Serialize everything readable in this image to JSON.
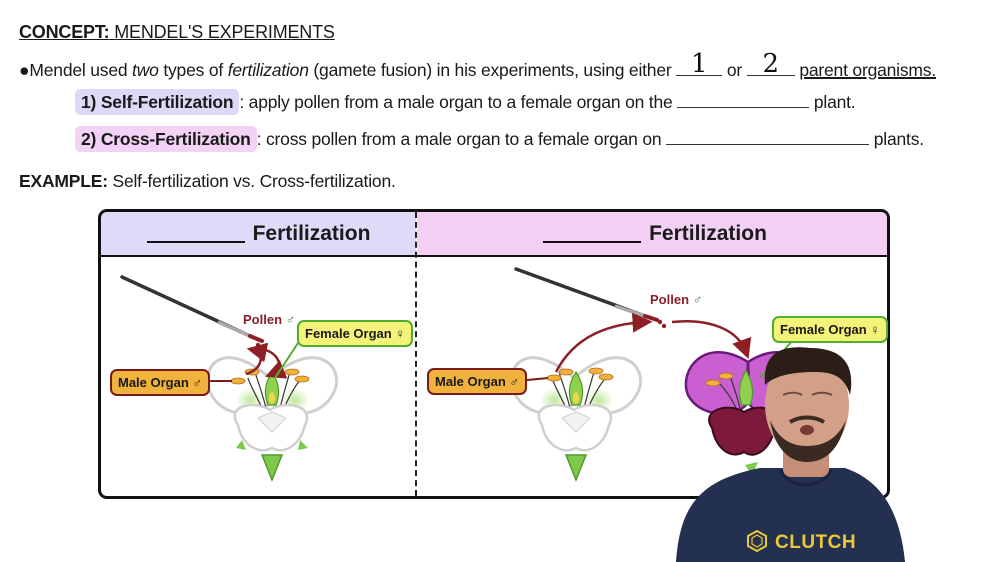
{
  "header": {
    "concept_label": "CONCEPT:",
    "concept_title": "MENDEL'S EXPERIMENTS"
  },
  "bullet": {
    "symbol": "●",
    "text_1": "Mendel used ",
    "text_2_italic": "two",
    "text_3": " types of ",
    "text_4_italic": "fertilization",
    "text_5": " (gamete fusion) in his experiments, using either ",
    "blank_1_value": "1",
    "text_6": " or ",
    "blank_2_value": "2",
    "text_7": "parent organisms."
  },
  "items": [
    {
      "label": "1) Self-Fertilization",
      "text": ": apply pollen from a male organ to a female organ on the ",
      "blank": "",
      "tail": " plant.",
      "highlight_color": "#dcdaf7"
    },
    {
      "label": "2) Cross-Fertilization",
      "text": ": cross pollen from a male organ to a female organ on ",
      "blank": "",
      "tail": " plants.",
      "highlight_color": "#f3d3f5"
    }
  ],
  "example": {
    "label": "EXAMPLE:",
    "text": " Self-fertilization vs. Cross-fertilization."
  },
  "diagram": {
    "left": {
      "header_blank": "",
      "header_title": "Fertilization",
      "header_color": "#dedbf8",
      "pollen_label": "Pollen",
      "pollen_symbol": "♂",
      "female_label": "Female Organ ♀",
      "male_label": "Male Organ ♂"
    },
    "right": {
      "header_blank": "",
      "header_title": "Fertilization",
      "header_color": "#f2cff3",
      "pollen_label": "Pollen",
      "pollen_symbol": "♂",
      "female_label": "Female Organ ♀",
      "male_label": "Male Organ ♂"
    }
  },
  "presenter": {
    "shirt_logo_text": "CLUTCH"
  },
  "colors": {
    "male_label_bg": "#f0b23c",
    "male_label_border": "#7a1b1b",
    "female_label_bg": "#f5f27a",
    "female_label_border": "#4fae2c",
    "pollen_red": "#8e1f27",
    "purple_flower": "#c95fd0",
    "maroon_petals": "#7d1a3b"
  }
}
